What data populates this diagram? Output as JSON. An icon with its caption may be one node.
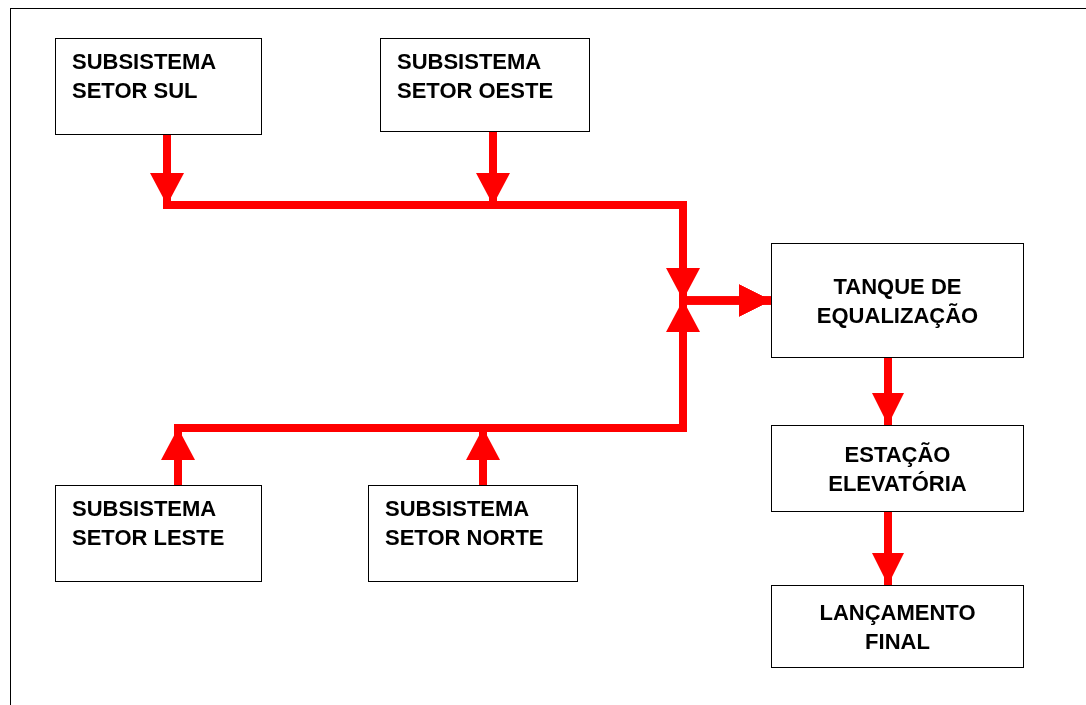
{
  "diagram": {
    "nodes": [
      {
        "text": [
          "SUBSISTEMA SETOR SUL"
        ]
      },
      {
        "text": [
          "SUBSISTEMA SETOR OESTE"
        ]
      },
      {
        "text": [
          "TANQUE DE EQUALIZAÇÃO"
        ]
      },
      {
        "text": [
          "SUBSISTEMA SETOR LESTE"
        ]
      },
      {
        "text": [
          "SUBSISTEMA SETOR NORTE"
        ]
      },
      {
        "text": [
          "ESTAÇÃO ELEVATÓRIA"
        ]
      },
      {
        "text": [
          "LANÇAMENTO FINAL"
        ]
      }
    ],
    "edges": [
      {
        "from": 0,
        "to": 2,
        "arrow": "to"
      },
      {
        "from": 1,
        "to": 2,
        "arrow": "to"
      },
      {
        "from": 3,
        "to": 2,
        "arrow": "to"
      },
      {
        "from": 4,
        "to": 2,
        "arrow": "to"
      },
      {
        "from": 2,
        "to": 5,
        "arrow": "to"
      },
      {
        "from": 5,
        "to": 6,
        "arrow": "to"
      }
    ]
  }
}
